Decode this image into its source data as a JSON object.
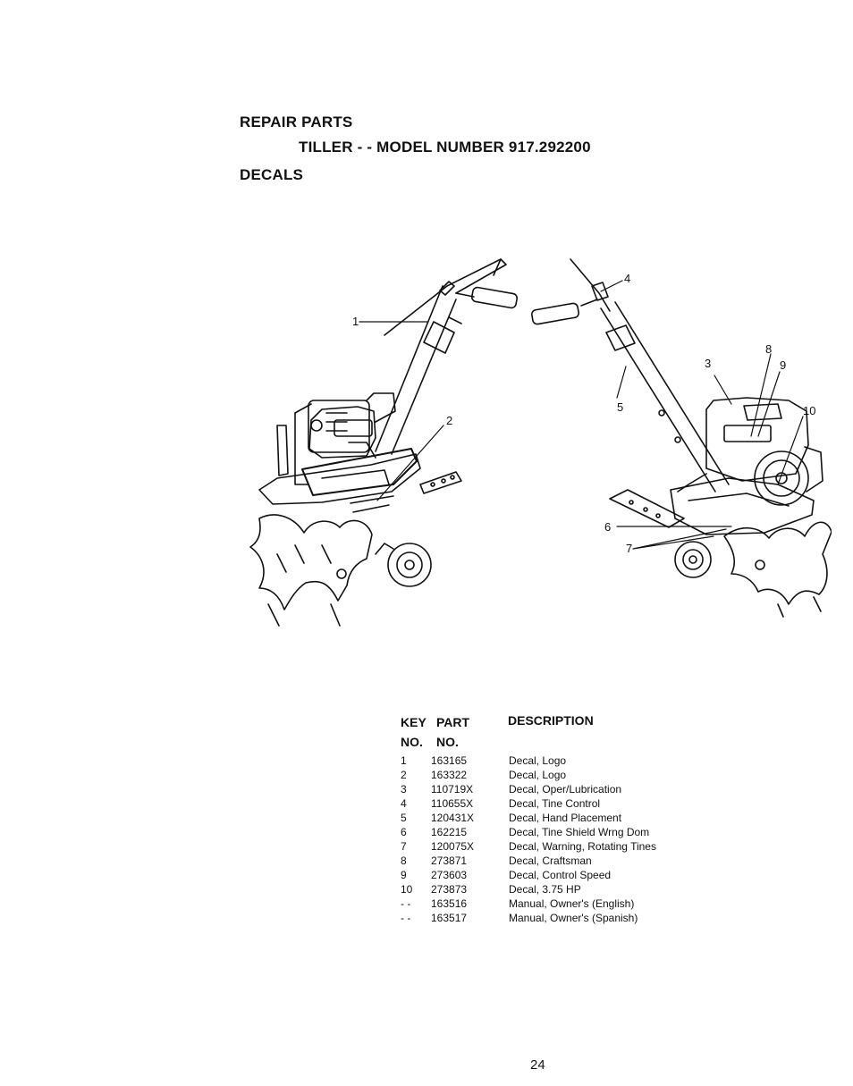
{
  "header": {
    "section": "REPAIR PARTS",
    "model_line": "TILLER - - MODEL NUMBER 917.292200",
    "subsection": "DECALS"
  },
  "callouts": [
    "1",
    "2",
    "3",
    "4",
    "5",
    "6",
    "7",
    "8",
    "9",
    "10"
  ],
  "table": {
    "col_key_top": "KEY",
    "col_key_bottom": "NO.",
    "col_part_top": "PART",
    "col_part_bottom": "NO.",
    "col_desc": "DESCRIPTION",
    "rows": [
      {
        "key": "1",
        "part": "163165",
        "desc": "Decal, Logo"
      },
      {
        "key": "2",
        "part": "163322",
        "desc": "Decal, Logo"
      },
      {
        "key": "3",
        "part": "110719X",
        "desc": "Decal, Oper/Lubrication"
      },
      {
        "key": "4",
        "part": "110655X",
        "desc": "Decal, Tine Control"
      },
      {
        "key": "5",
        "part": "120431X",
        "desc": "Decal, Hand Placement"
      },
      {
        "key": "6",
        "part": "162215",
        "desc": "Decal, Tine Shield Wrng Dom"
      },
      {
        "key": "7",
        "part": "120075X",
        "desc": "Decal, Warning, Rotating Tines"
      },
      {
        "key": "8",
        "part": "273871",
        "desc": "Decal, Craftsman"
      },
      {
        "key": "9",
        "part": "273603",
        "desc": "Decal, Control Speed"
      },
      {
        "key": "10",
        "part": "273873",
        "desc": "Decal, 3.75 HP"
      },
      {
        "key": "- -",
        "part": "163516",
        "desc": "Manual, Owner's (English)"
      },
      {
        "key": "- -",
        "part": "163517",
        "desc": "Manual, Owner's (Spanish)"
      }
    ]
  },
  "footer": {
    "page_number": "24"
  }
}
